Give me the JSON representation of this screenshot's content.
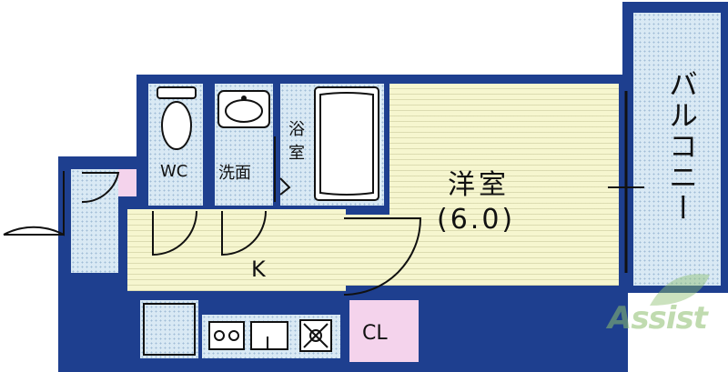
{
  "rooms": {
    "wc": "WC",
    "washroom": "洗面",
    "bath": "浴\n室",
    "bath_line1": "浴",
    "bath_line2": "室",
    "western_room": "洋室",
    "western_room_size": "(6.0)",
    "kitchen": "K",
    "closet": "CL",
    "balcony": "バルコニー"
  },
  "watermark": {
    "text": "Assist"
  },
  "colors": {
    "wall": "#1e3f8f",
    "floor": "#f6f6cf",
    "tile": "#d9e9f4",
    "closet": "#f4d3ec",
    "watermark": "#8cbe6e"
  }
}
